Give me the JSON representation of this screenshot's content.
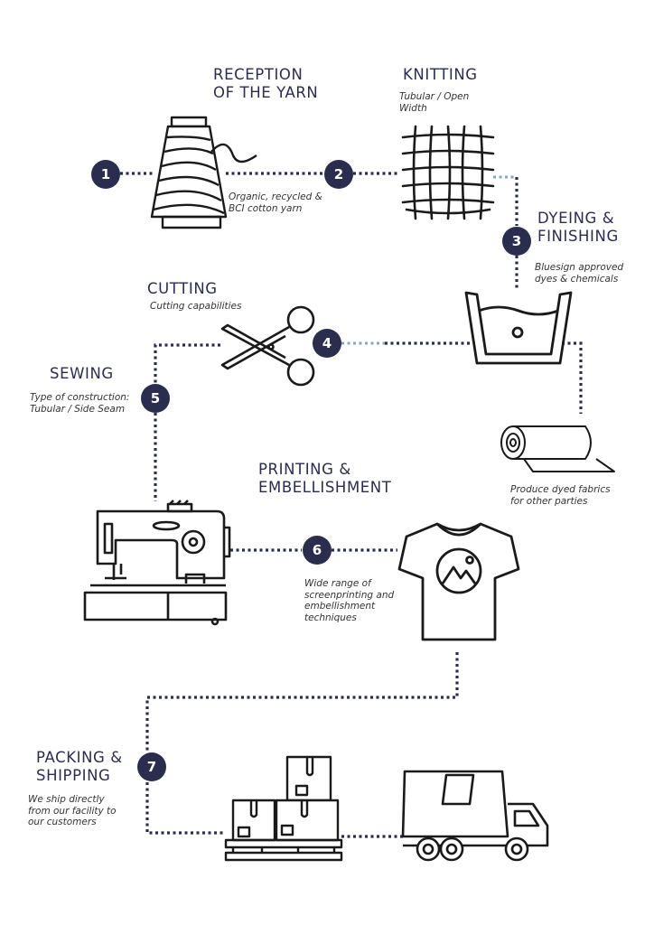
{
  "colors": {
    "navy": "#2b2d4e",
    "connector_light": "#8aa3c2",
    "stroke": "#1a1a1a"
  },
  "steps": [
    {
      "number": "1",
      "title_lines": [
        "RECEPTION",
        "OF THE YARN"
      ],
      "note_lines": [
        "Organic, recycled &",
        "BCI cotton yarn"
      ],
      "icon": "yarn-cone-icon"
    },
    {
      "number": "2",
      "title_lines": [
        "KNITTING"
      ],
      "note_lines": [
        "Tubular / Open",
        "Width"
      ],
      "icon": "knit-fabric-icon"
    },
    {
      "number": "3",
      "title_lines": [
        "DYEING &",
        "FINISHING"
      ],
      "note_lines": [
        "Bluesign approved",
        "dyes & chemicals"
      ],
      "icon": "dye-tub-icon"
    },
    {
      "number": "4",
      "title_lines": [
        "CUTTING"
      ],
      "note_lines": [
        "Cutting capabilities"
      ],
      "icon": "scissors-icon"
    },
    {
      "number": "5",
      "title_lines": [
        "SEWING"
      ],
      "note_lines": [
        "Type of construction:",
        "Tubular / Side Seam"
      ],
      "icon": "sewing-machine-icon"
    },
    {
      "number": "6",
      "title_lines": [
        "PRINTING &",
        "EMBELLISHMENT"
      ],
      "note_lines": [
        "Wide range of",
        "screenprinting and",
        "embellishment",
        "techniques"
      ],
      "icon": "t-shirt-icon"
    },
    {
      "number": "7",
      "title_lines": [
        "PACKING &",
        "SHIPPING"
      ],
      "note_lines": [
        "We ship directly",
        "from our facility to",
        "our customers"
      ],
      "icon": "pallet-boxes-icon"
    }
  ],
  "side_note": {
    "lines": [
      "Produce dyed fabrics",
      "for other parties"
    ],
    "icon": "fabric-roll-icon"
  },
  "shipping_icon": "delivery-truck-icon"
}
